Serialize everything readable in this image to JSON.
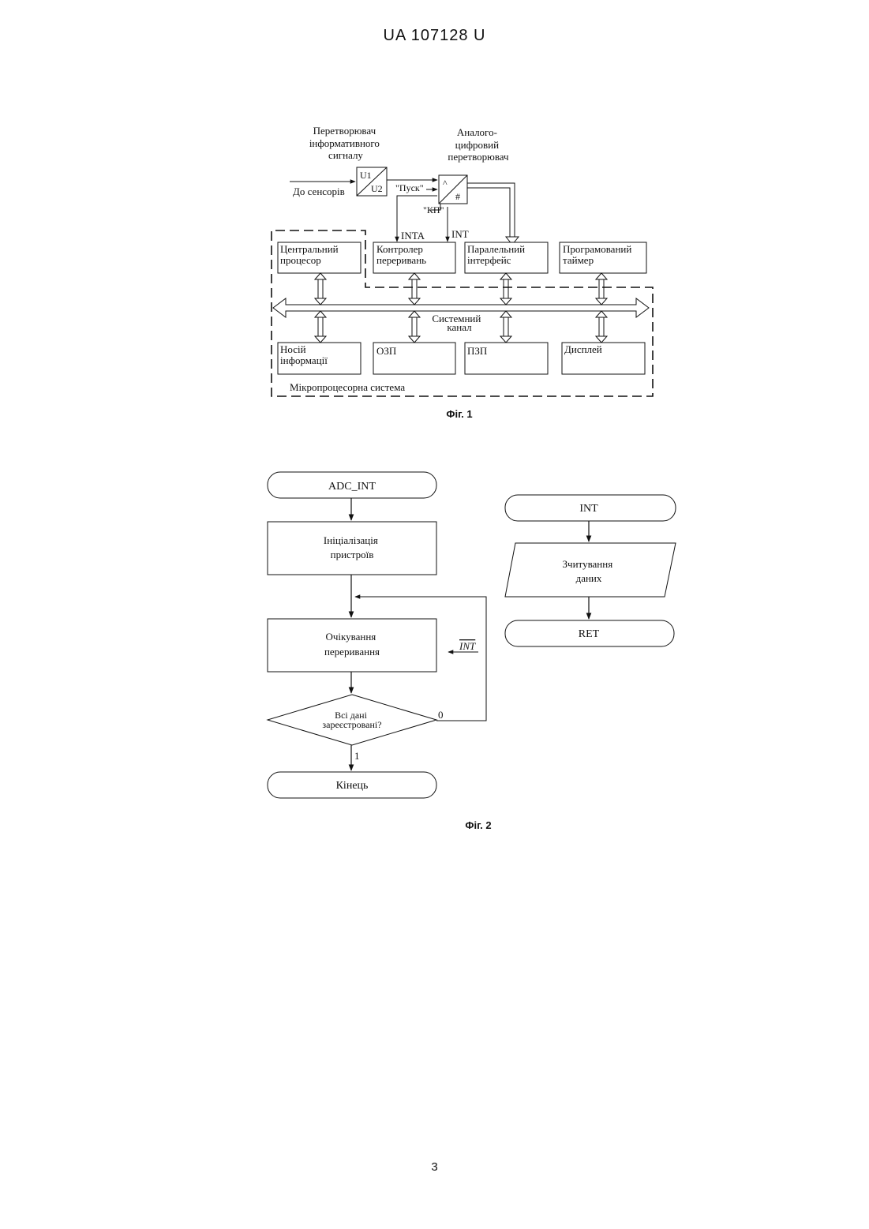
{
  "header": {
    "doc_id": "UA   107128   U"
  },
  "fig1": {
    "converter_label": [
      "Перетворювач",
      "інформативного",
      "сигналу"
    ],
    "converter_in": "U1",
    "converter_out": "U2",
    "adc_label": [
      "Аналого-",
      "цифровий",
      "перетворювач"
    ],
    "adc_analog_glyph": "^",
    "adc_digital_glyph": "#",
    "sensor_label": "До сенсорів",
    "start_signal": "\"Пуск\"",
    "end_signal": "\"КП\"",
    "inta_signal": "INTA",
    "int_signal": "INT",
    "blocks": {
      "cpu": [
        "Центральний",
        "процесор"
      ],
      "interrupt_controller": [
        "Контролер",
        "переривань"
      ],
      "parallel_interface": [
        "Паралельний",
        "інтерфейс"
      ],
      "programmable_timer": [
        "Програмований",
        "таймер"
      ],
      "storage": [
        "Носій",
        "інформації"
      ],
      "ram": [
        "ОЗП"
      ],
      "rom": [
        "ПЗП"
      ],
      "display": [
        "Дисплей"
      ]
    },
    "bus_label": [
      "Системний",
      "канал"
    ],
    "system_label": "Мікропроцесорна система",
    "caption": "Фіг. 1"
  },
  "fig2": {
    "start": "ADC_INT",
    "init": [
      "Ініціалізація",
      "пристроїв"
    ],
    "wait": [
      "Очікування",
      "переривання"
    ],
    "int_input": "INT",
    "decision": [
      "Всі дані",
      "зареєстровані?"
    ],
    "no_label": "0",
    "yes_label": "1",
    "end": "Кінець",
    "isr_start": "INT",
    "isr_read": [
      "Зчитування",
      "даних"
    ],
    "isr_ret": "RET",
    "caption": "Фіг. 2"
  },
  "footer": {
    "page_number": "3"
  }
}
